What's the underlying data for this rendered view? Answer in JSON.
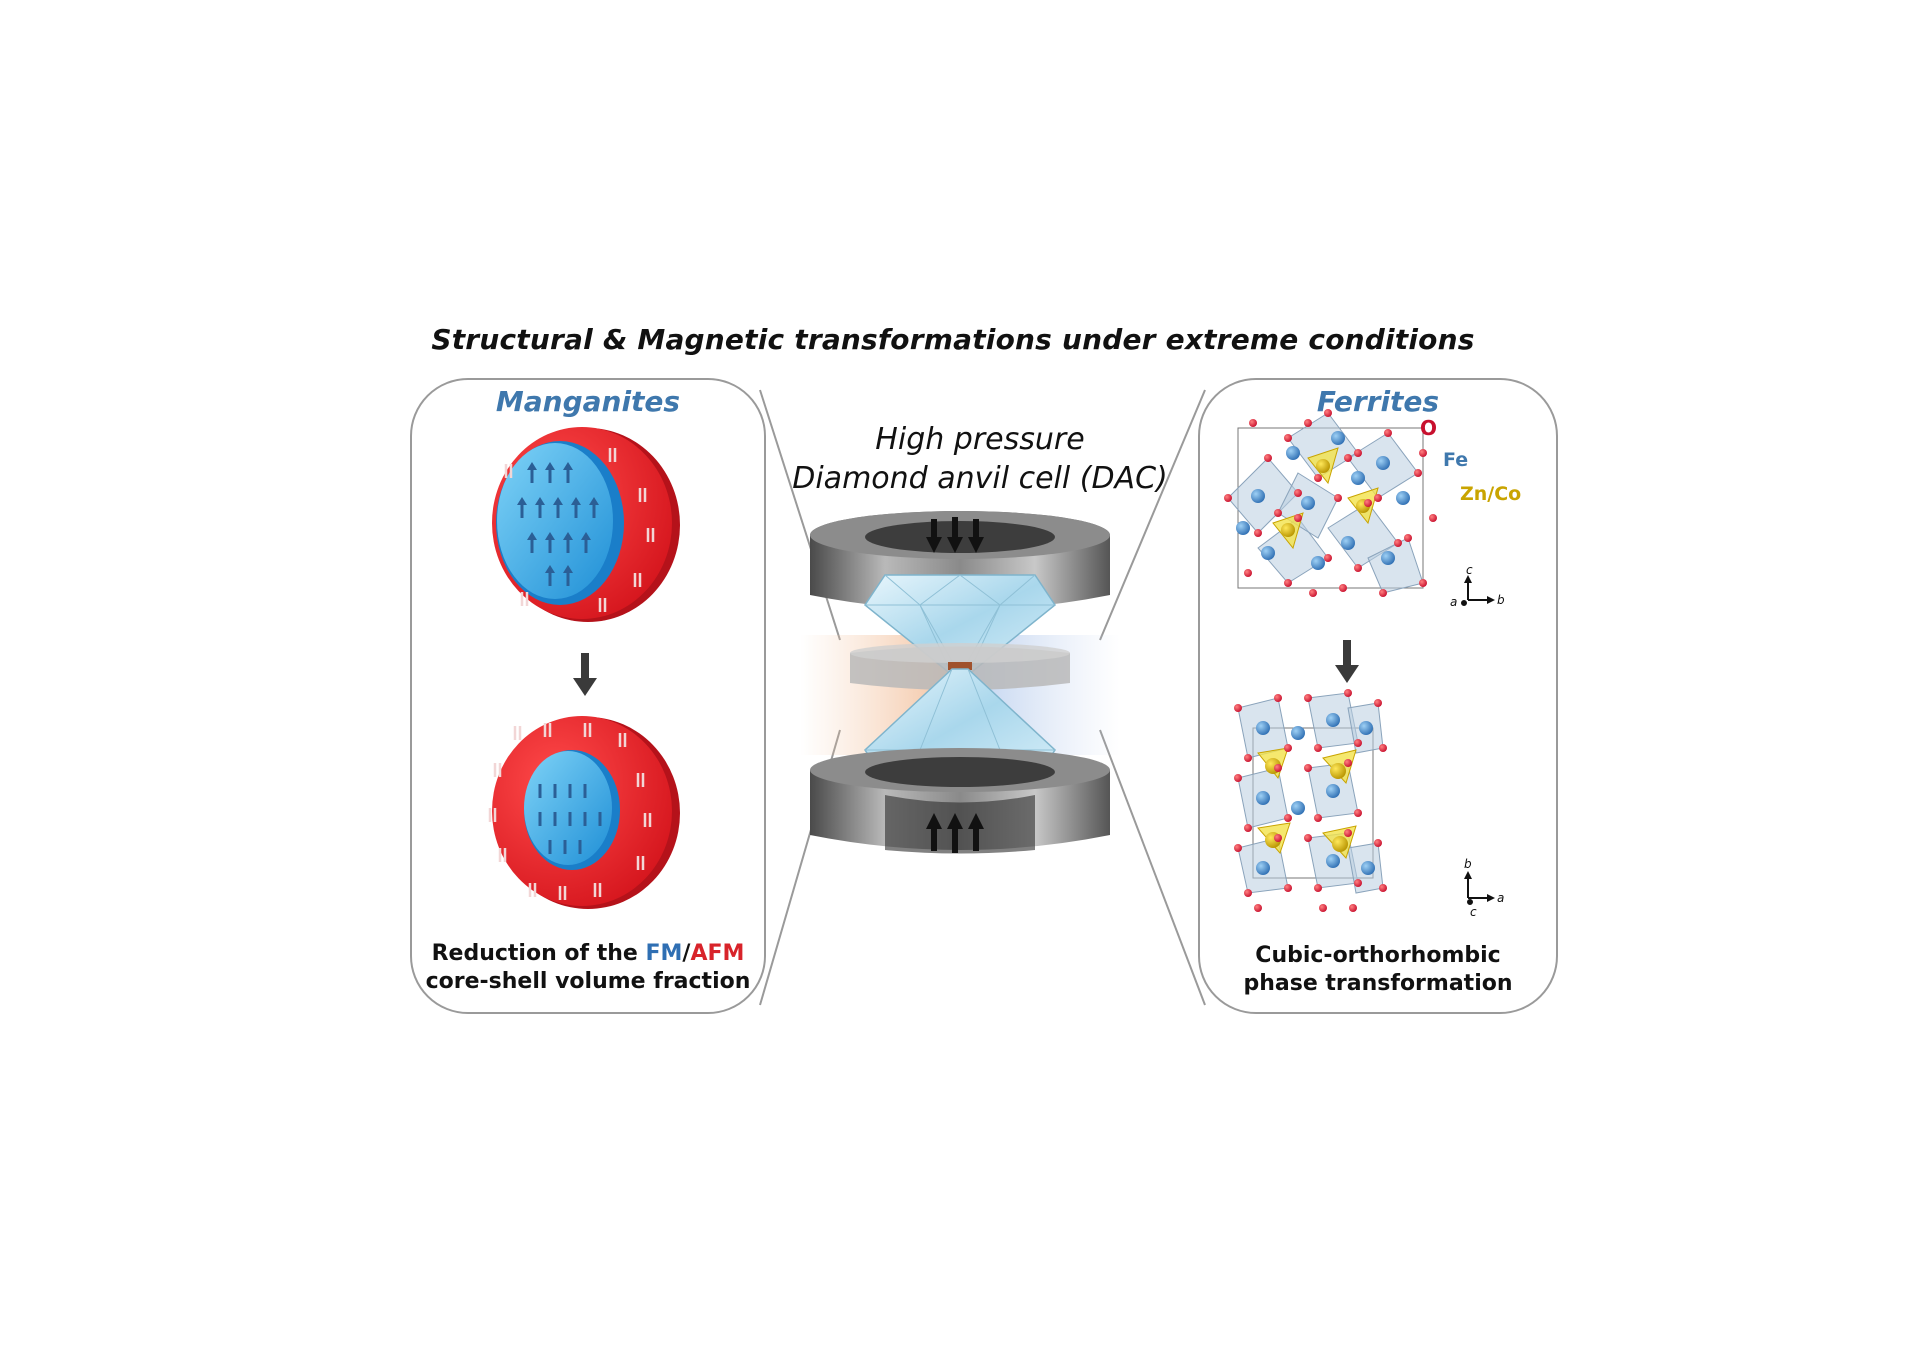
{
  "title": "Structural & Magnetic transformations under extreme conditions",
  "left_panel": {
    "title": "Manganites",
    "caption_line1_prefix": "Reduction of the ",
    "caption_fm": "FM",
    "caption_slash": "/",
    "caption_afm": "AFM",
    "caption_line2": "core-shell volume fraction"
  },
  "center": {
    "line1": "High pressure",
    "line2": "Diamond anvil cell (DAC)"
  },
  "right_panel": {
    "title": "Ferrites",
    "legend_o": "O",
    "legend_fe": "Fe",
    "legend_zn": "Zn/Co",
    "axes_top": {
      "c": "c",
      "a": "a",
      "b": "b"
    },
    "axes_bottom": {
      "b": "b",
      "a": "a",
      "c": "c"
    },
    "caption_line1": "Cubic-orthorhombic",
    "caption_line2": "phase transformation"
  },
  "colors": {
    "fm_blue": "#2f6fb3",
    "afm_red": "#d8232a",
    "title_blue": "#3f78ad",
    "oxygen_red": "#c8102e",
    "zn_yellow": "#c9a400"
  }
}
